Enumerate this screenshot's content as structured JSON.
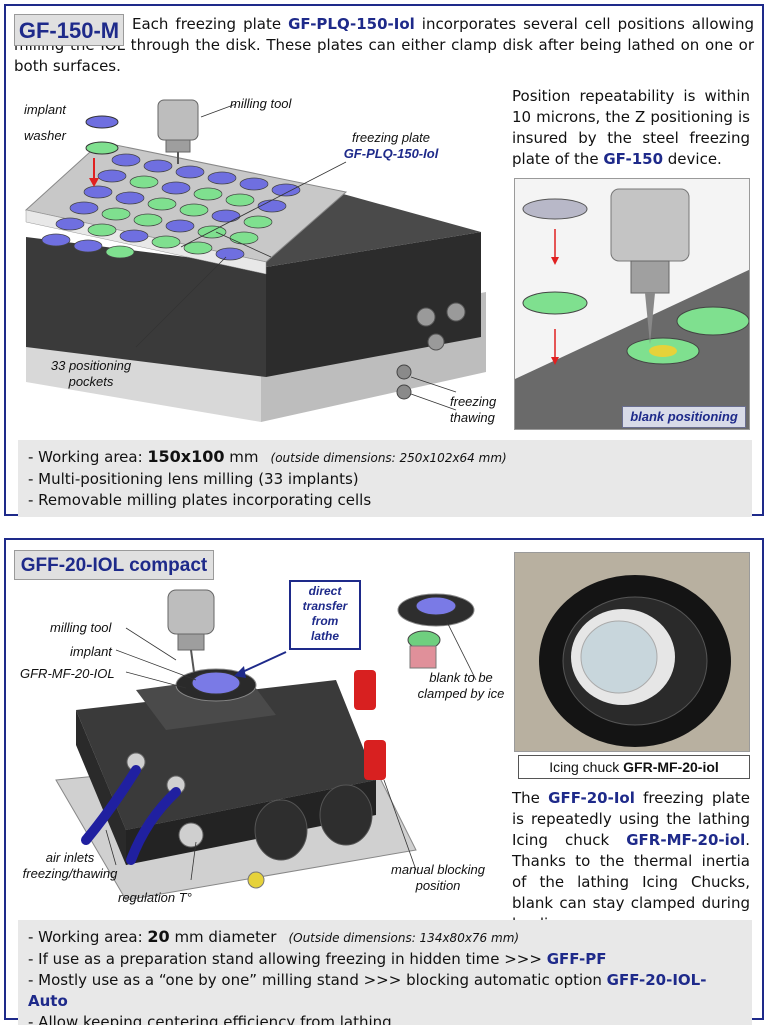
{
  "section1": {
    "title": "GF-150-M",
    "intro": {
      "p1": "Each freezing plate ",
      "code1": "GF-PLQ-150-Iol",
      "p2": " incorporates several cell positions allowing milling the  IOL through the disk. These plates can either clamp disk after being lathed on one or both surfaces."
    },
    "side_text": {
      "p1": "Position repeatability is within 10 microns, the Z positioning is insured by the steel freezing plate of the ",
      "code": "GF-150",
      "p2": " device."
    },
    "labels": {
      "implant": "implant",
      "washer": "washer",
      "milling_tool": "milling tool",
      "freezing_plate": "freezing plate",
      "freezing_plate_code": "GF-PLQ-150-Iol",
      "pockets_l1": "33 positioning",
      "pockets_l2": "pockets",
      "freezing": "freezing",
      "thawing": "thawing"
    },
    "blank_positioning": "blank positioning",
    "bullets": {
      "b1_prefix": "- Working area: ",
      "b1_value": "150x100",
      "b1_unit": " mm",
      "b1_note": "(outside dimensions: 250x102x64 mm)",
      "b2": "- Multi-positioning lens milling (33 implants)",
      "b3": "- Removable milling plates incorporating cells"
    }
  },
  "section2": {
    "title": "GFF-20-IOL compact",
    "labels": {
      "milling_tool": "milling tool",
      "implant": "implant",
      "gfr": "GFR-MF-20-IOL",
      "direct_l1": "direct",
      "direct_l2": "transfer",
      "direct_l3": "from",
      "direct_l4": "lathe",
      "blank_l1": "blank to be",
      "blank_l2": "clamped by ice",
      "air_l1": "air inlets",
      "air_l2": "freezing/thawing",
      "regulation": "regulation T°",
      "manual_l1": "manual blocking",
      "manual_l2": "position"
    },
    "photo_caption": {
      "prefix": "Icing chuck ",
      "code": "GFR-MF-20-iol"
    },
    "side_text": {
      "p1": "The ",
      "code1": "GFF-20-Iol",
      "p2": " freezing plate is repeatedly using the lathing Icing chuck ",
      "code2": "GFR-MF-20-iol",
      "p3": ". Thanks to the thermal inertia of the lathing Icing Chucks, blank can stay clamped during loading"
    },
    "bullets": {
      "b1_prefix": "- Working area: ",
      "b1_value": "20",
      "b1_unit": " mm diameter",
      "b1_note": "(Outside dimensions: 134x80x76 mm)",
      "b2_text": "- If use as a preparation stand allowing freezing in hidden time  >>> ",
      "b2_code": "GFF-PF",
      "b3_text": "- Mostly use as a “one by one” milling stand    >>> blocking automatic option ",
      "b3_code": "GFF-20-IOL-Auto",
      "b4": "- Allow keeping centering efficiency from lathing"
    }
  },
  "colors": {
    "frame": "#1e2a8a",
    "accent_text": "#1e2a8a",
    "title_bg": "#e0e0e0",
    "bullet_bg": "#e8e8e8",
    "implant": "#6f6fe0",
    "washer": "#7fe08f",
    "arrow": "#e02020"
  }
}
